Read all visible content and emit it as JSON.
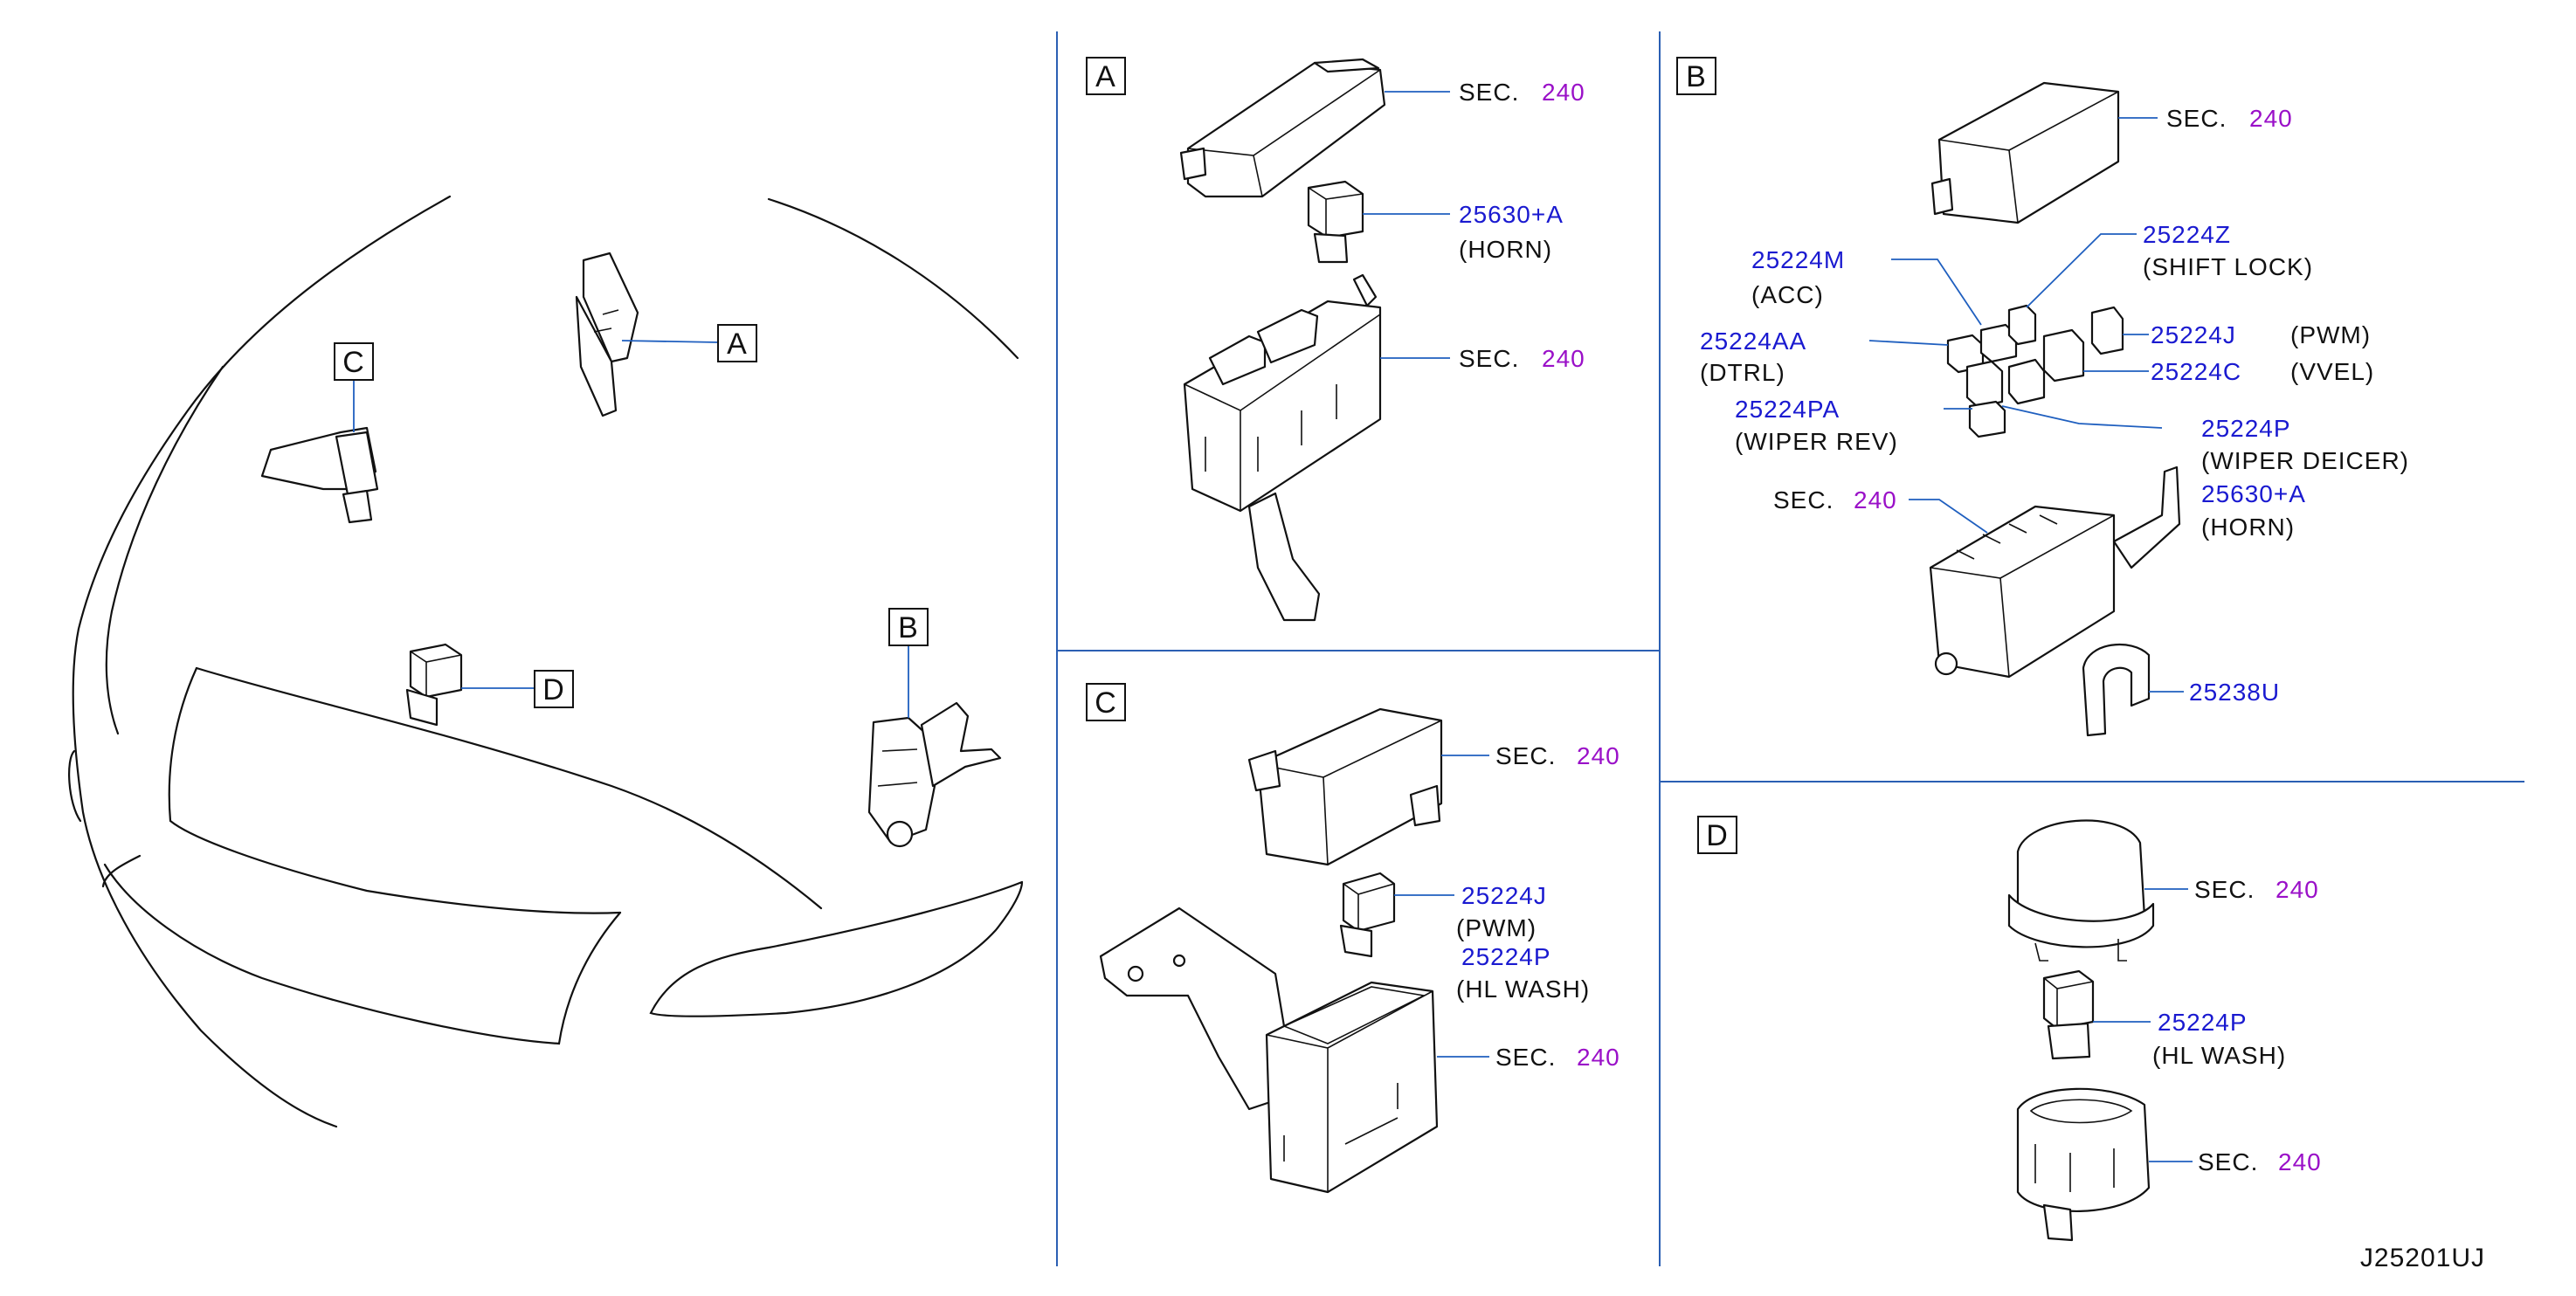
{
  "diagram_id": "J25201UJ",
  "overview": {
    "callouts": [
      "A",
      "B",
      "C",
      "D"
    ]
  },
  "panel_a": {
    "tag": "A",
    "labels": [
      {
        "part": "SEC.",
        "ref": "240"
      },
      {
        "part": "25630+A",
        "desc": "(HORN)"
      },
      {
        "part": "SEC.",
        "ref": "240"
      }
    ]
  },
  "panel_b": {
    "tag": "B",
    "labels": [
      {
        "part": "SEC.",
        "ref": "240"
      },
      {
        "part": "25224M",
        "desc": "(ACC)"
      },
      {
        "part": "25224Z",
        "desc": "(SHIFT   LOCK)"
      },
      {
        "part": "25224AA",
        "desc": "(DTRL)"
      },
      {
        "part": "25224J",
        "desc": "(PWM)"
      },
      {
        "part": "25224C",
        "desc": "(VVEL)"
      },
      {
        "part": "25224PA",
        "desc": "(WIPER   REV)"
      },
      {
        "part": "25224P",
        "desc": "(WIPER   DEICER)"
      },
      {
        "part": "SEC.",
        "ref": "240"
      },
      {
        "part": "25630+A",
        "desc": "(HORN)"
      },
      {
        "part": "25238U"
      }
    ]
  },
  "panel_c": {
    "tag": "C",
    "labels": [
      {
        "part": "SEC.",
        "ref": "240"
      },
      {
        "part": "25224J",
        "desc": "(PWM)"
      },
      {
        "part": "25224P",
        "desc": "(HL   WASH)"
      },
      {
        "part": "SEC.",
        "ref": "240"
      }
    ]
  },
  "panel_d": {
    "tag": "D",
    "labels": [
      {
        "part": "SEC.",
        "ref": "240"
      },
      {
        "part": "25224P",
        "desc": "(HL   WASH)"
      },
      {
        "part": "SEC.",
        "ref": "240"
      }
    ]
  },
  "colors": {
    "part_number": "#1a1ad0",
    "section_ref": "#9a10c8",
    "leader_line": "#1f5fbf"
  }
}
